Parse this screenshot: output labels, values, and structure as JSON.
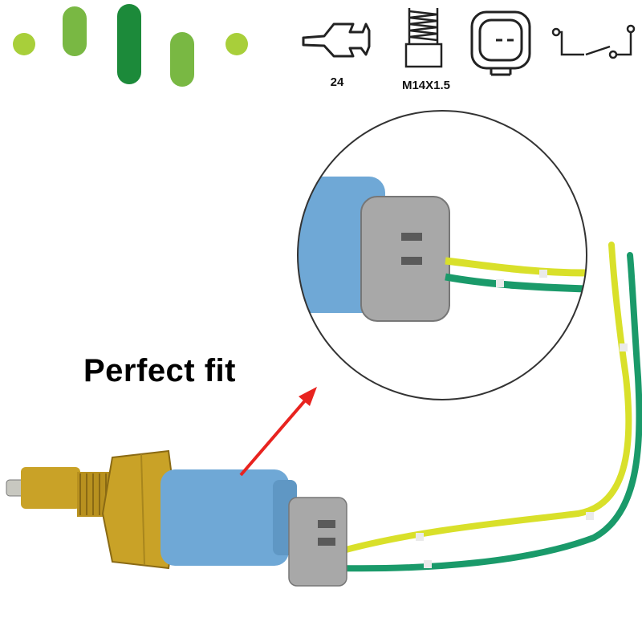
{
  "brand": {
    "logo": "green-bars-logo",
    "colors": {
      "light": "#a8cf3a",
      "mid": "#79b843",
      "dark": "#1c8a3a"
    }
  },
  "specs": [
    {
      "icon": "wrench-icon",
      "label": "24"
    },
    {
      "icon": "thread-bolt-icon",
      "label": "M14X1.5"
    },
    {
      "icon": "connector-plug-icon",
      "label": ""
    },
    {
      "icon": "switch-circuit-icon",
      "label": ""
    }
  ],
  "headline": "Perfect fit",
  "product": {
    "image": "reverse-light-switch-sensor",
    "colors": {
      "brass": "#c9a227",
      "housing": "#6fa8d6",
      "connector": "#a8a8a8",
      "wire_yellow": "#d9e02a",
      "wire_green": "#1a9a6a"
    }
  },
  "callout": {
    "arrow_color": "#e8231f",
    "zoom": "connector-closeup"
  }
}
